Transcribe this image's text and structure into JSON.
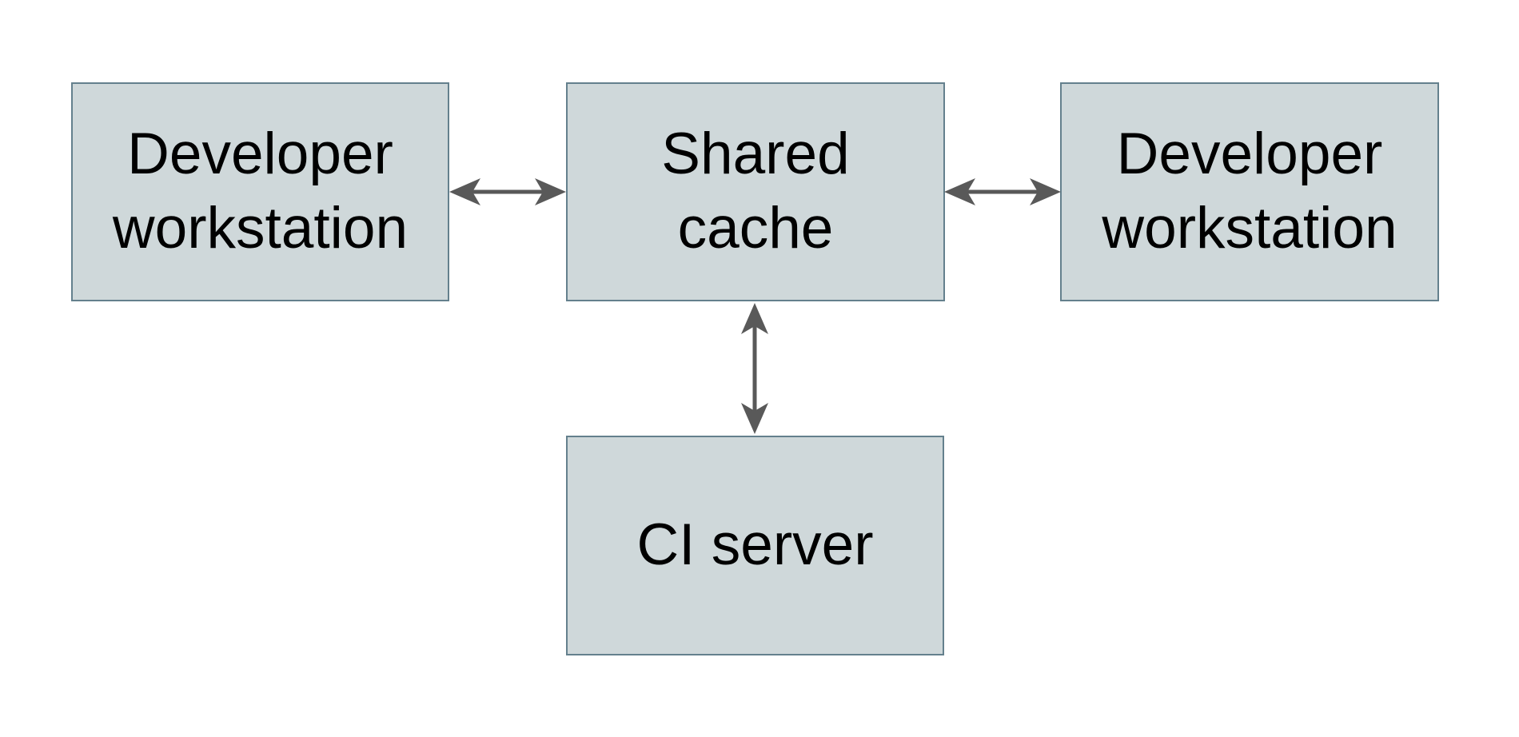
{
  "diagram": {
    "type": "architecture-diagram",
    "background": "#ffffff",
    "nodes": [
      {
        "id": "developer-workstation-left",
        "label": "Developer workstation"
      },
      {
        "id": "shared-cache",
        "label": "Shared cache"
      },
      {
        "id": "developer-workstation-right",
        "label": "Developer workstation"
      },
      {
        "id": "ci-server",
        "label": "CI server"
      }
    ],
    "edges": [
      {
        "from": "developer-workstation-left",
        "to": "shared-cache",
        "type": "bidirectional-arrow",
        "orientation": "horizontal"
      },
      {
        "from": "shared-cache",
        "to": "developer-workstation-right",
        "type": "bidirectional-arrow",
        "orientation": "horizontal"
      },
      {
        "from": "shared-cache",
        "to": "ci-server",
        "type": "bidirectional-arrow",
        "orientation": "vertical"
      }
    ],
    "colors": {
      "node_fill": "#cfd8da",
      "node_border": "#64808d",
      "arrow": "#595959",
      "text": "#000000",
      "background": "#ffffff"
    }
  }
}
